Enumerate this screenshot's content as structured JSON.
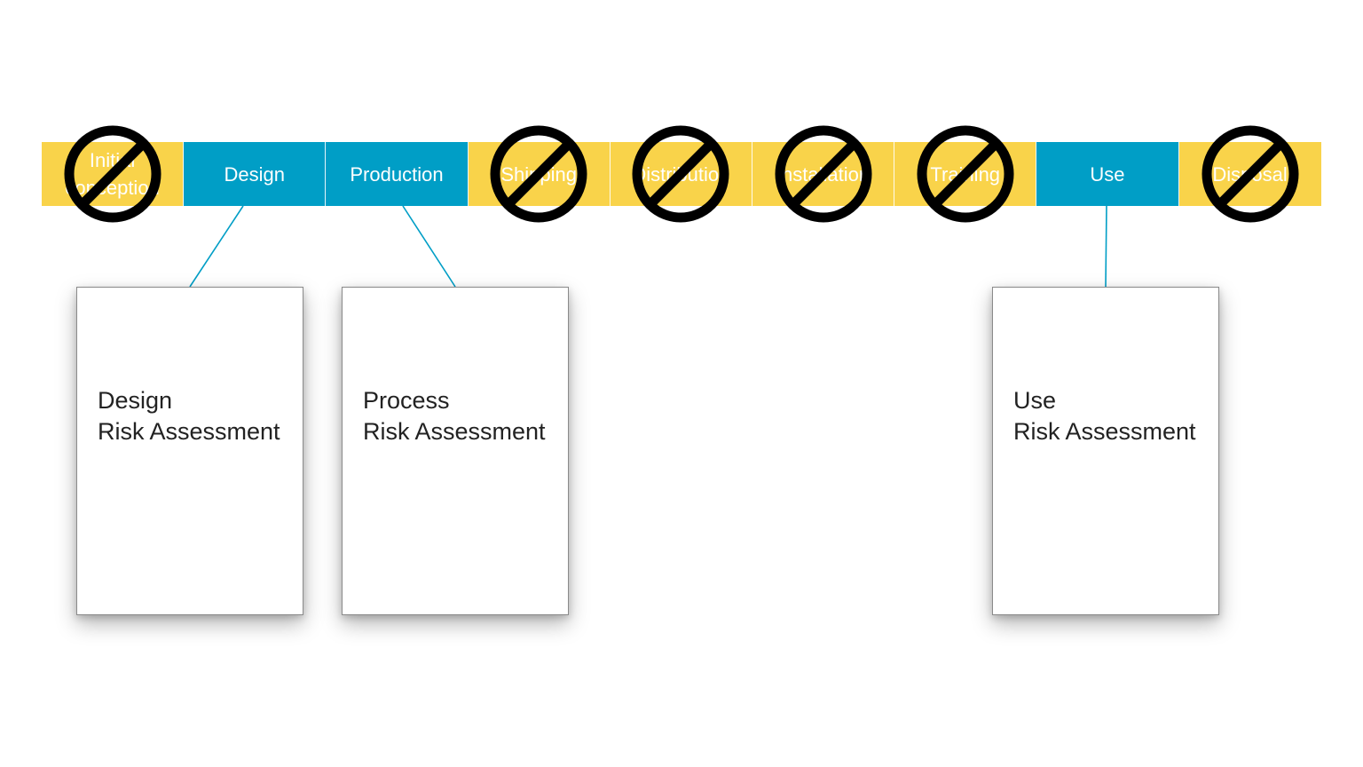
{
  "stages": [
    {
      "label": "Initial\nconception",
      "included": false
    },
    {
      "label": "Design",
      "included": true
    },
    {
      "label": "Production",
      "included": true
    },
    {
      "label": "Shipping",
      "included": false
    },
    {
      "label": "Distribution",
      "included": false
    },
    {
      "label": "Installation",
      "included": false
    },
    {
      "label": "Training",
      "included": false
    },
    {
      "label": "Use",
      "included": true
    },
    {
      "label": "Disposal",
      "included": false
    }
  ],
  "cards": [
    {
      "line1": "Design",
      "line2": "Risk Assessment",
      "stage": "Design"
    },
    {
      "line1": "Process",
      "line2": "Risk Assessment",
      "stage": "Production"
    },
    {
      "line1": "Use",
      "line2": "Risk Assessment",
      "stage": "Use"
    }
  ],
  "colors": {
    "excluded_stage": "#f9d34a",
    "included_stage": "#009ec6",
    "connector": "#009ec6",
    "prohibition_icon": "#000000"
  },
  "icons": {
    "excluded_marker": "prohibition-icon"
  }
}
